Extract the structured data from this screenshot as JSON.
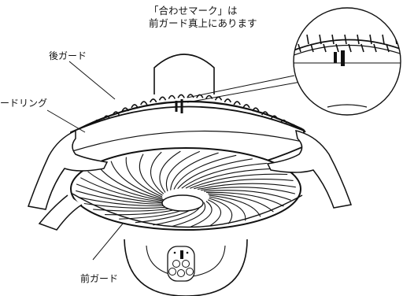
{
  "labels": {
    "match_mark_line1": "「合わせマーク」は",
    "match_mark_line2": "前ガード真上にあります",
    "rear_guard": "後ガード",
    "guard_ring": "ードリング",
    "front_guard": "前ガード"
  },
  "colors": {
    "line": "#111111",
    "background": "#ffffff"
  }
}
